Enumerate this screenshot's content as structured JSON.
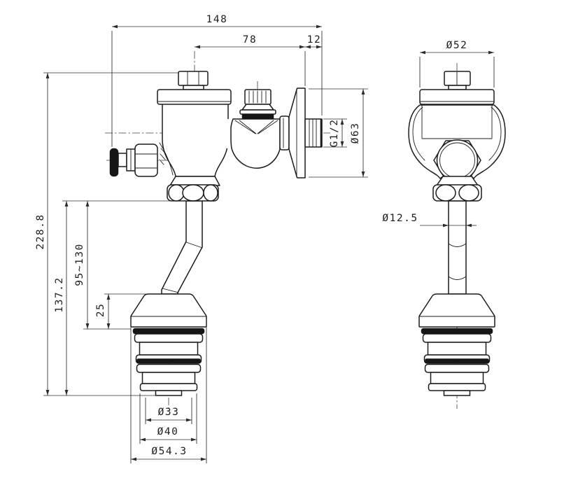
{
  "drawing": {
    "type": "technical-dimension-drawing",
    "subject": "flush valve with push button, wall inlet and spreader spud, two orthographic views",
    "colors": {
      "line": "#1c1c1c",
      "dimension": "#2b2b2b",
      "background": "#ffffff"
    },
    "dimensions": {
      "overall_width": "148",
      "center_to_wall": "78",
      "wall_stub": "12",
      "overall_height": "228.8",
      "outlet_drop": "137.2",
      "adjustable_range": "95~130",
      "spreader_height": "25",
      "inlet_thread": "G1/2",
      "escutcheon_diameter": "Ø63",
      "body_diameter": "Ø52",
      "tube_diameter": "Ø12.5",
      "spud_tip_diameter": "Ø33",
      "spud_mid_diameter": "Ø40",
      "spud_max_diameter": "Ø54.3"
    }
  }
}
